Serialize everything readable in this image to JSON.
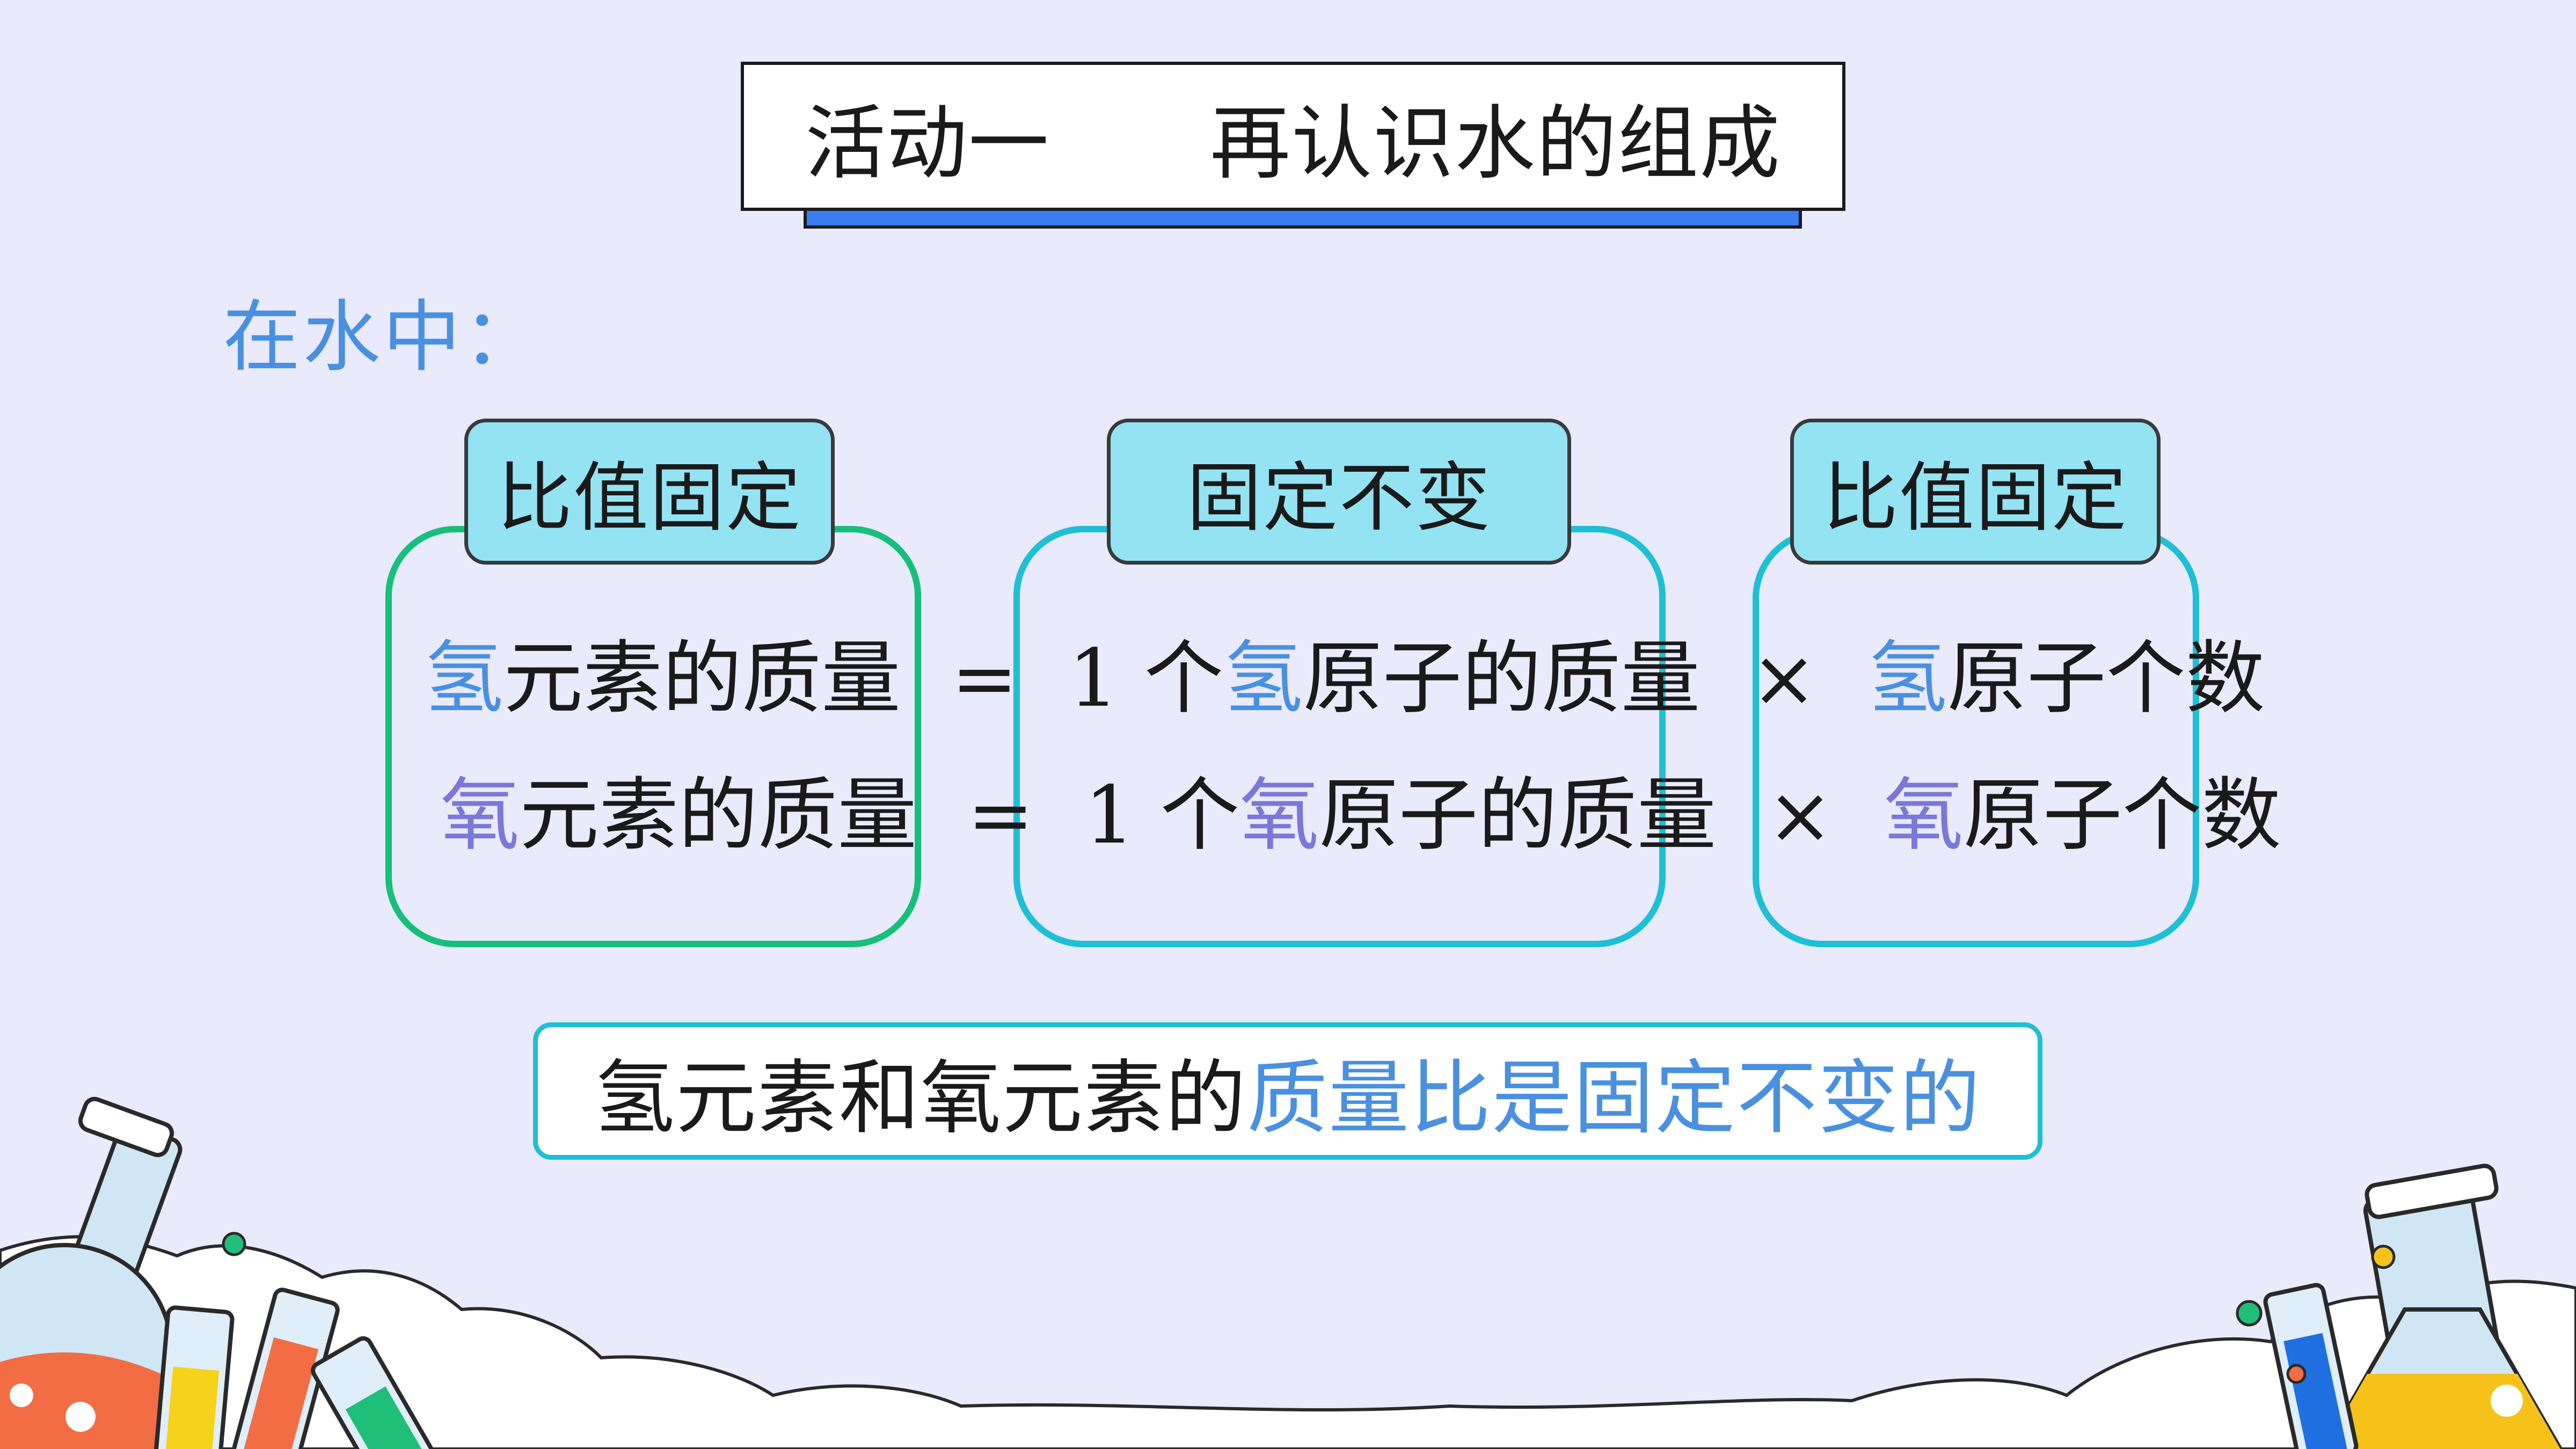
{
  "title": {
    "left": "活动一",
    "right": "再认识水的组成"
  },
  "subheading": "在水中：",
  "tags": [
    "比值固定",
    "固定不变",
    "比值固定"
  ],
  "rows": [
    {
      "element": "氢",
      "mass_suffix": "元素的质量",
      "equals": "=",
      "count_prefix": "1 个",
      "atom": "氢",
      "atom_suffix": "原子的质量",
      "times": "×",
      "num_element": "氢",
      "num_suffix": "原子个数"
    },
    {
      "element": "氧",
      "mass_suffix": "元素的质量",
      "equals": "=",
      "count_prefix": "1 个",
      "atom": "氧",
      "atom_suffix": "原子的质量",
      "times": "×",
      "num_element": "氧",
      "num_suffix": "原子个数"
    }
  ],
  "conclusion": {
    "plain": "氢元素和氧元素的",
    "highlight": "质量比是固定不变的"
  },
  "colors": {
    "background": "#e9eafc",
    "title_shadow": "#3b7cf0",
    "tag_fill": "#93e3f2",
    "group_green": "#16c07a",
    "group_cyan": "#1fbfd6",
    "hydrogen": "#4a90e0",
    "oxygen": "#7a78d8"
  },
  "decorations": [
    "flask-icon",
    "test-tube-icon",
    "beaker-icon",
    "cloud-shape"
  ]
}
